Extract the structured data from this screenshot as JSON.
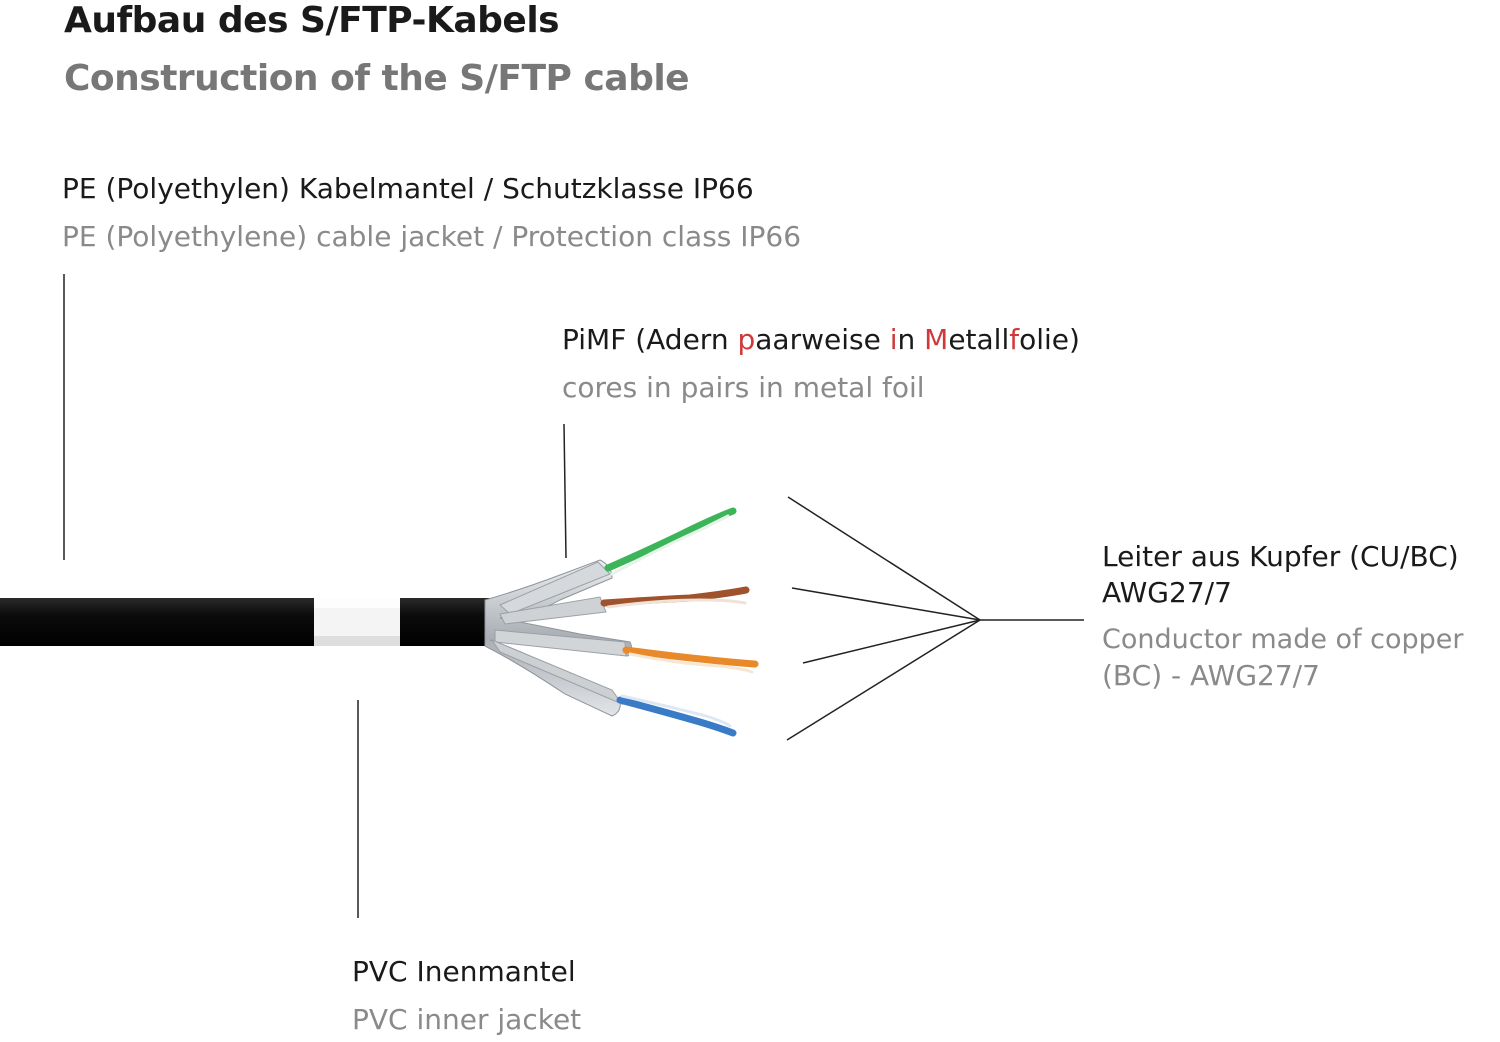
{
  "title": {
    "de": "Aufbau des S/FTP-Kabels",
    "en": "Construction of the S/FTP cable"
  },
  "labels": {
    "jacket": {
      "de": "PE (Polyethylen) Kabelmantel / Schutzklasse IP66",
      "en": "PE (Polyethylene) cable jacket / Protection class IP66"
    },
    "pimf": {
      "de_parts": [
        "PiMF (Adern ",
        "p",
        "aarweise ",
        "i",
        "n ",
        "M",
        "etall",
        "f",
        "olie)"
      ],
      "en": "cores in pairs in metal foil"
    },
    "conductor": {
      "de_line1": "Leiter aus Kupfer (CU/BC)",
      "de_line2": "AWG27/7",
      "en_line1": "Conductor made of copper",
      "en_line2": "(BC) - AWG27/7"
    },
    "inner": {
      "de": "PVC Inenmantel",
      "en": "PVC inner jacket"
    }
  },
  "colors": {
    "jacket": "#111111",
    "inner_jacket": "#f4f4f4",
    "foil": "#c8ccd0",
    "highlight": "#d0393c",
    "pair_green": "#3cb45a",
    "pair_brown": "#a0522d",
    "pair_orange": "#e8892a",
    "pair_blue": "#3a7bc8"
  }
}
